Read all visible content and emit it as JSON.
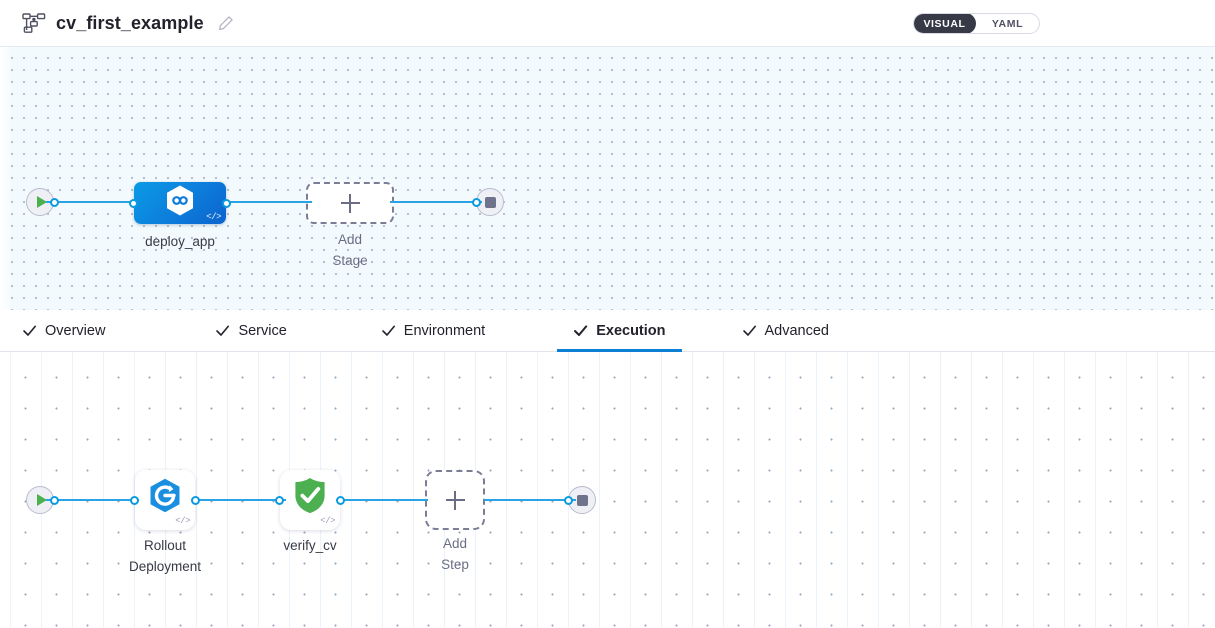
{
  "header": {
    "pipeline_icon": "pipeline-flow-icon",
    "title": "cv_first_example",
    "edit_icon": "edit-pencil-icon",
    "view_toggle": {
      "options": [
        "VISUAL",
        "YAML"
      ],
      "selected": "VISUAL"
    }
  },
  "tabs": [
    {
      "id": "overview",
      "label": "Overview",
      "icon": "check-icon",
      "active": false
    },
    {
      "id": "service",
      "label": "Service",
      "icon": "check-icon",
      "active": false
    },
    {
      "id": "environment",
      "label": "Environment",
      "icon": "check-icon",
      "active": false
    },
    {
      "id": "execution",
      "label": "Execution",
      "icon": "check-icon",
      "active": true
    },
    {
      "id": "advanced",
      "label": "Advanced",
      "icon": "check-icon",
      "active": false
    }
  ],
  "stage_canvas": {
    "start_node": {
      "icon": "play-icon"
    },
    "stage": {
      "label": "deploy_app",
      "icon": "harness-hexagon-icon",
      "badge": "</>"
    },
    "add_stage": {
      "label": "Add Stage",
      "icon": "plus-icon"
    },
    "end_node": {
      "icon": "stop-icon"
    }
  },
  "step_canvas": {
    "start_node": {
      "icon": "play-icon"
    },
    "steps": [
      {
        "label": "Rollout\nDeployment",
        "icon": "rollout-deployment-icon",
        "badge": "</>"
      },
      {
        "label": "verify_cv",
        "icon": "green-shield-check-icon",
        "badge": "</>"
      }
    ],
    "add_step": {
      "label": "Add Step",
      "icon": "plus-icon"
    },
    "end_node": {
      "icon": "stop-icon"
    }
  },
  "colors": {
    "accent_blue": "#0b7fd4",
    "link_blue": "#27a3e6",
    "connector_blue": "#0a9ae0",
    "stage_blue_start": "#0b9ae6",
    "stage_blue_end": "#0c63cd",
    "shield_green": "#4cb050",
    "play_green": "#4cb050",
    "toggle_dark": "#383946",
    "canvas_top_bg": "#f2fafd",
    "canvas_bottom_bg": "#ffffff",
    "text_dark": "#22222c",
    "text_muted": "#6b6d85"
  }
}
